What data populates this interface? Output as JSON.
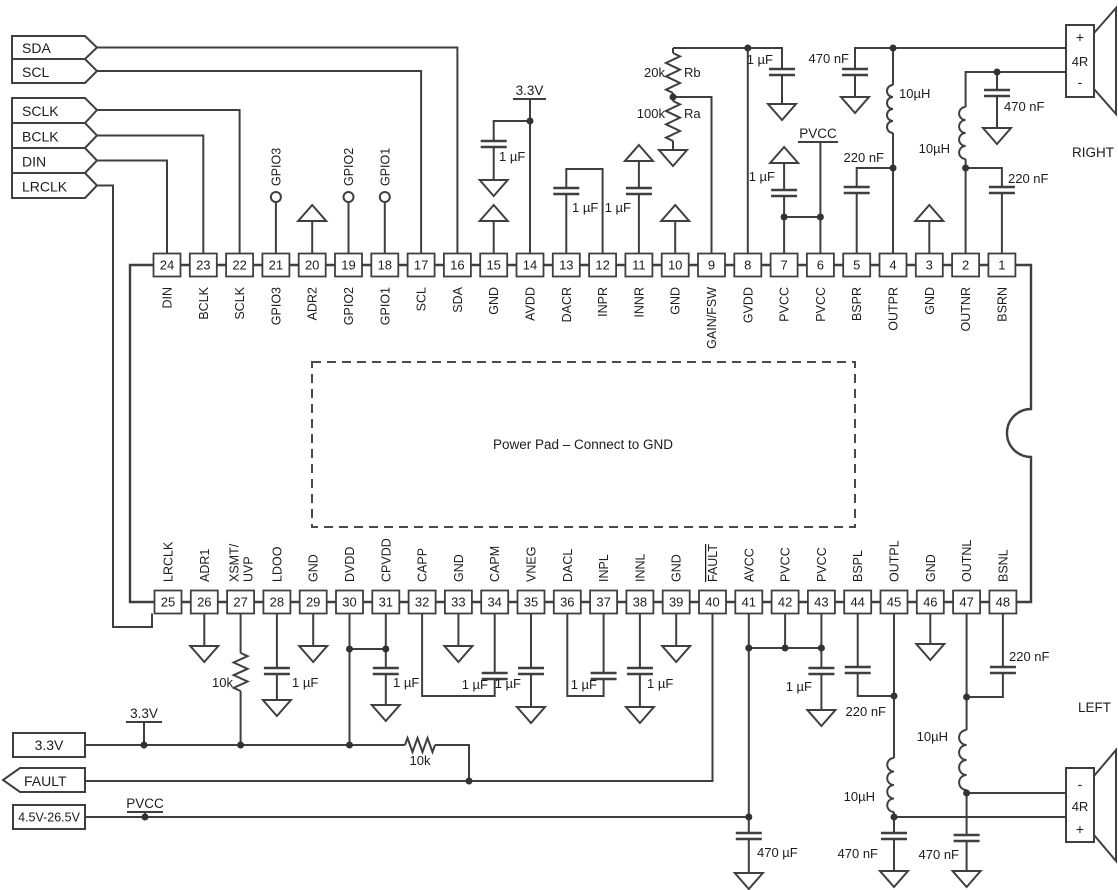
{
  "colors": {
    "wire": "#3f3f3f",
    "text": "#1c1c1c",
    "bg": "#ffffff"
  },
  "ic": {
    "power_pad_label": "Power Pad – Connect to GND",
    "pins_top": [
      {
        "num": "24",
        "label": "DIN"
      },
      {
        "num": "23",
        "label": "BCLK"
      },
      {
        "num": "22",
        "label": "SCLK"
      },
      {
        "num": "21",
        "label": "GPIO3"
      },
      {
        "num": "20",
        "label": "ADR2"
      },
      {
        "num": "19",
        "label": "GPIO2"
      },
      {
        "num": "18",
        "label": "GPIO1"
      },
      {
        "num": "17",
        "label": "SCL"
      },
      {
        "num": "16",
        "label": "SDA"
      },
      {
        "num": "15",
        "label": "GND"
      },
      {
        "num": "14",
        "label": "AVDD"
      },
      {
        "num": "13",
        "label": "DACR"
      },
      {
        "num": "12",
        "label": "INPR"
      },
      {
        "num": "11",
        "label": "INNR"
      },
      {
        "num": "10",
        "label": "GND"
      },
      {
        "num": "9",
        "label": "GAIN/FSW"
      },
      {
        "num": "8",
        "label": "GVDD"
      },
      {
        "num": "7",
        "label": "PVCC"
      },
      {
        "num": "6",
        "label": "PVCC"
      },
      {
        "num": "5",
        "label": "BSPR"
      },
      {
        "num": "4",
        "label": "OUTPR"
      },
      {
        "num": "3",
        "label": "GND"
      },
      {
        "num": "2",
        "label": "OUTNR"
      },
      {
        "num": "1",
        "label": "BSRN"
      }
    ],
    "pins_bottom": [
      {
        "num": "25",
        "label": "LRCLK"
      },
      {
        "num": "26",
        "label": "ADR1"
      },
      {
        "num": "27",
        "label": "XSMT/",
        "label2": "UVP"
      },
      {
        "num": "28",
        "label": "LDOO"
      },
      {
        "num": "29",
        "label": "GND"
      },
      {
        "num": "30",
        "label": "DVDD"
      },
      {
        "num": "31",
        "label": "CPVDD"
      },
      {
        "num": "32",
        "label": "CAPP"
      },
      {
        "num": "33",
        "label": "GND"
      },
      {
        "num": "34",
        "label": "CAPM"
      },
      {
        "num": "35",
        "label": "VNEG"
      },
      {
        "num": "36",
        "label": "DACL"
      },
      {
        "num": "37",
        "label": "INPL"
      },
      {
        "num": "38",
        "label": "INNL"
      },
      {
        "num": "39",
        "label": "GND"
      },
      {
        "num": "40",
        "label": "FAULT",
        "overline": true
      },
      {
        "num": "41",
        "label": "AVCC"
      },
      {
        "num": "42",
        "label": "PVCC"
      },
      {
        "num": "43",
        "label": "PVCC"
      },
      {
        "num": "44",
        "label": "BSPL"
      },
      {
        "num": "45",
        "label": "OUTPL"
      },
      {
        "num": "46",
        "label": "GND"
      },
      {
        "num": "47",
        "label": "OUTNL"
      },
      {
        "num": "48",
        "label": "BSNL"
      }
    ]
  },
  "flags": {
    "sda": "SDA",
    "scl": "SCL",
    "sclk": "SCLK",
    "bclk": "BCLK",
    "din": "DIN",
    "lrclk": "LRCLK",
    "v33_box": "3.3V",
    "fault": "FAULT",
    "pvcc_range": "4.5V-26.5V"
  },
  "net": {
    "v33_top": "3.3V",
    "v33_bottom": "3.3V",
    "pvcc_top": "PVCC",
    "pvcc_bottom": "PVCC",
    "gpio3": "GPIO3",
    "gpio2": "GPIO2",
    "gpio1": "GPIO1"
  },
  "comp": {
    "avdd_cap": "1 µF",
    "dacr_cap": "1 µF",
    "innr_cap": "1 µF",
    "rb_val": "20k",
    "rb_name": "Rb",
    "ra_val": "100k",
    "ra_name": "Ra",
    "gvdd_cap": "1 µF",
    "outpr_cap": "470 nF",
    "outnr_cap": "470 nF",
    "lpr": "10µH",
    "lnr": "10µH",
    "bspr_cap": "220 nF",
    "bsrn_cap": "220 nF",
    "pvcc_cap": "1 µF",
    "xsmt_res": "10k",
    "ldoo_cap": "1 µF",
    "cpvdd_cap": "1 µF",
    "capm_cap": "1 µF",
    "vneg_cap": "1 µF",
    "dacl_cap": "1 µF",
    "innl_cap": "1 µF",
    "avcc_cap": "1 µF",
    "bulk_cap": "470 µF",
    "fault_res": "10k",
    "bspl_cap": "220 nF",
    "bsnl_cap": "220 nF",
    "lpl": "10µH",
    "lnl": "10µH",
    "outpl_cap": "470 nF",
    "outnl_cap": "470 nF"
  },
  "speakers": {
    "right": {
      "pos": "+",
      "imp": "4R",
      "neg": "-",
      "label": "RIGHT"
    },
    "left": {
      "neg": "-",
      "imp": "4R",
      "pos": "+",
      "label": "LEFT"
    }
  }
}
